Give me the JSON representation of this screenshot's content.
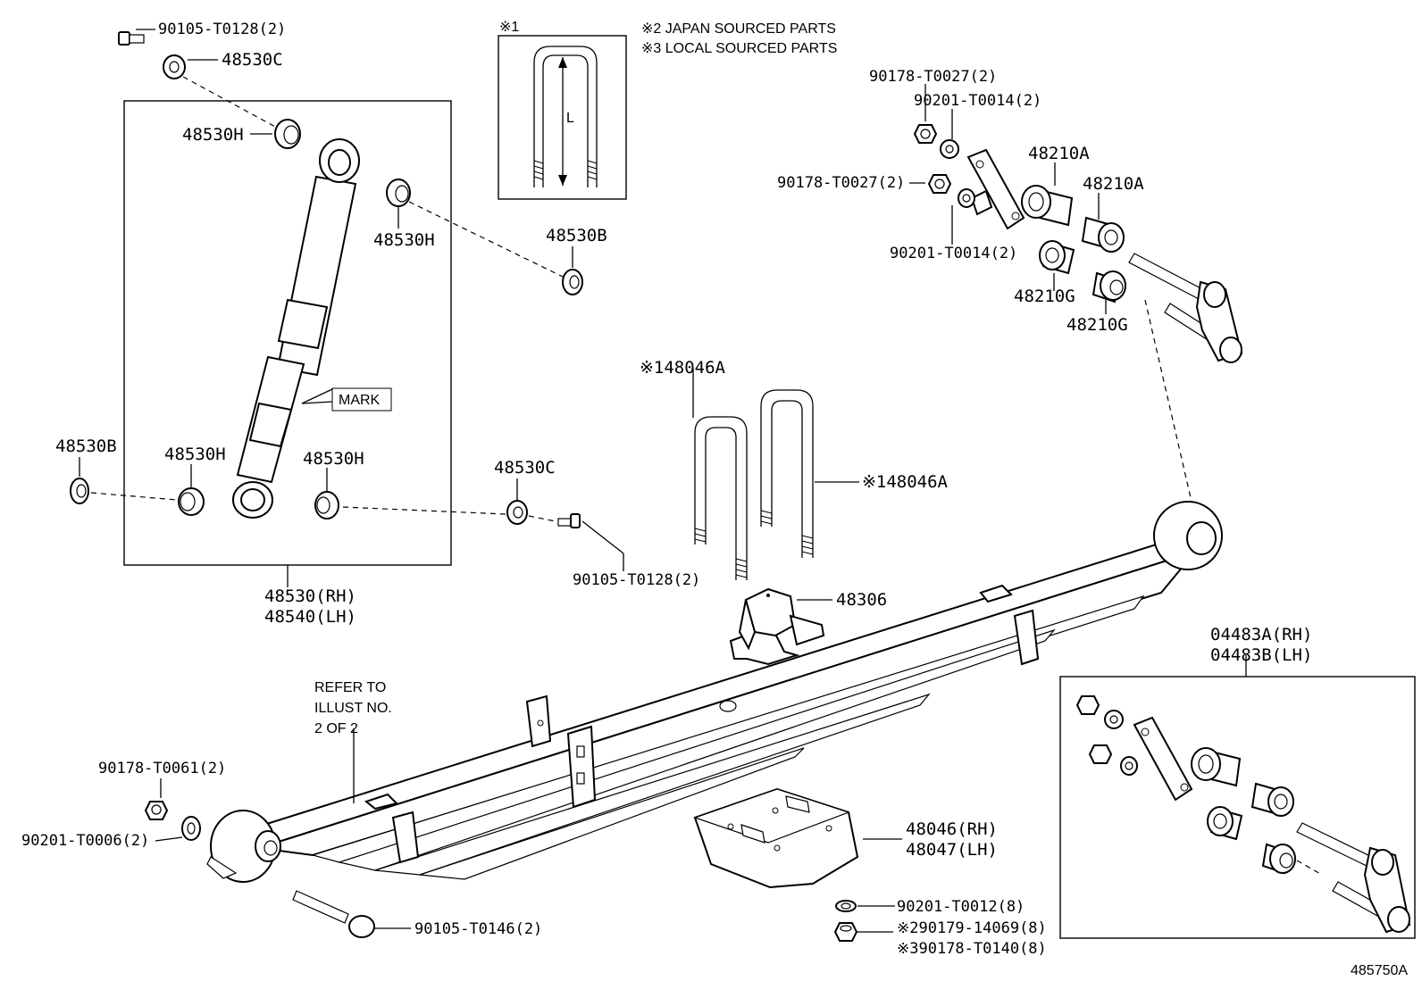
{
  "notes": {
    "mark1": "※1",
    "japan": "※2 JAPAN SOURCED PARTS",
    "local": "※3 LOCAL SOURCED PARTS",
    "dimension_l": "L",
    "mark_label": "MARK",
    "refer1": "REFER TO",
    "refer2": "ILLUST NO.",
    "refer3": "2 OF 2"
  },
  "labels": {
    "bolt_top": "90105-T0128(2)",
    "washer_c_top": "48530C",
    "bush_h_top": "48530H",
    "bush_h_right": "48530H",
    "washer_b_right": "48530B",
    "washer_b_left": "48530B",
    "bush_h_lower_left": "48530H",
    "bush_h_lower_right": "48530H",
    "washer_c_mid": "48530C",
    "bolt_mid": "90105-T0128(2)",
    "shock_rh": "48530(RH)",
    "shock_lh": "48540(LH)",
    "ubolt_a_top": "※148046A",
    "ubolt_a_right": "※148046A",
    "bumper": "48306",
    "nut_top1": "90178-T0027(2)",
    "washer_top1": "90201-T0014(2)",
    "nut_top2": "90178-T0027(2)",
    "washer_top2": "90201-T0014(2)",
    "bush_a1": "48210A",
    "bush_a2": "48210A",
    "bush_g1": "48210G",
    "bush_g2": "48210G",
    "shackle_rh": "04483A(RH)",
    "shackle_lh": "04483B(LH)",
    "nut_left": "90178-T0061(2)",
    "washer_left": "90201-T0006(2)",
    "bolt_front": "90105-T0146(2)",
    "seat_rh": "48046(RH)",
    "seat_lh": "48047(LH)",
    "washer_bottom": "90201-T0012(8)",
    "nut_jp": "※290179-14069(8)",
    "nut_local": "※390178-T0140(8)",
    "figure_id": "485750A"
  }
}
